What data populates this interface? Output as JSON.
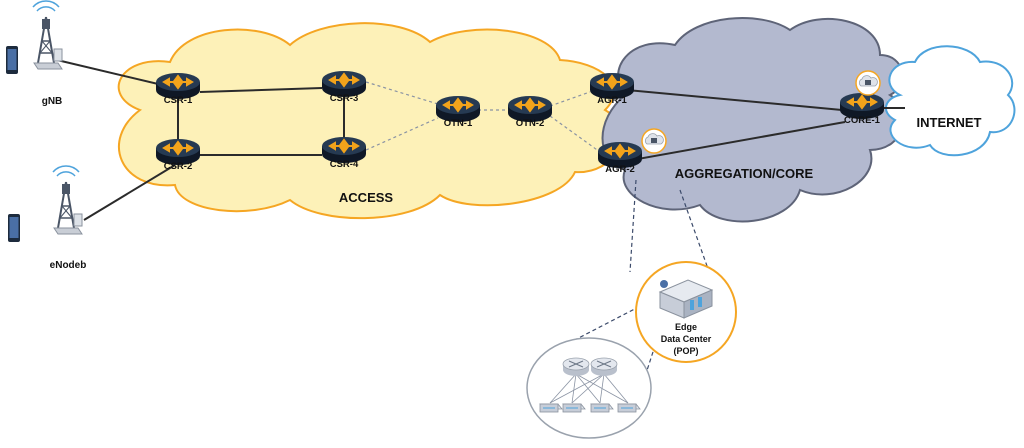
{
  "clouds": {
    "access_label": "ACCESS",
    "aggregation_label": "AGGREGATION/CORE",
    "internet_label": "INTERNET"
  },
  "sites": {
    "gnb": "gNB",
    "enodeb": "eNodeb"
  },
  "routers": {
    "csr1": "CSR-1",
    "csr2": "CSR-2",
    "csr3": "CSR-3",
    "csr4": "CSR-4",
    "otn1": "OTN-1",
    "otn2": "OTN-2",
    "agr1": "AGR-1",
    "agr2": "AGR-2",
    "core1": "CORE-1"
  },
  "edge": {
    "line1": "Edge",
    "line2": "Data Center",
    "line3": "(POP)"
  },
  "colors": {
    "access_fill": "#fdf1b8",
    "access_stroke": "#f5a623",
    "agg_fill": "#b3b9cf",
    "agg_stroke": "#5e6478",
    "internet_stroke": "#4ea3dc",
    "router_body": "#1d2b3d",
    "router_arrow": "#f2a31b"
  }
}
